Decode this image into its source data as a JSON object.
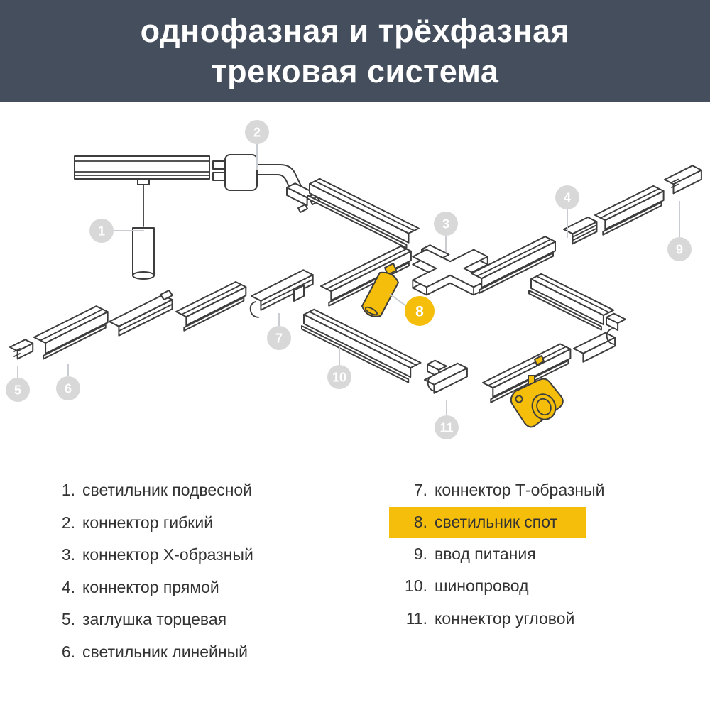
{
  "header": {
    "title_line1": "однофазная и трёхфазная",
    "title_line2": "трековая система",
    "bg_color": "#454e5c",
    "text_color": "#ffffff"
  },
  "diagram": {
    "accent": "#f5be0b",
    "badge_gray": "#d8d8d8",
    "line_color": "#3d3d3d",
    "badges": [
      "1",
      "2",
      "3",
      "4",
      "5",
      "6",
      "7",
      "8",
      "9",
      "10",
      "11"
    ],
    "highlighted": "8"
  },
  "legend": {
    "left": [
      {
        "num": "1.",
        "label": "светильник подвесной"
      },
      {
        "num": "2.",
        "label": "коннектор гибкий"
      },
      {
        "num": "3.",
        "label": "коннектор Х-образный"
      },
      {
        "num": "4.",
        "label": "коннектор прямой"
      },
      {
        "num": "5.",
        "label": "заглушка торцевая"
      },
      {
        "num": "6.",
        "label": "светильник линейный"
      }
    ],
    "right": [
      {
        "num": "7.",
        "label": "коннектор Т-образный"
      },
      {
        "num": "8.",
        "label": "светильник спот",
        "highlighted": true
      },
      {
        "num": "9.",
        "label": "ввод питания"
      },
      {
        "num": "10.",
        "label": "шинопровод"
      },
      {
        "num": "11.",
        "label": "коннектор угловой"
      }
    ]
  }
}
